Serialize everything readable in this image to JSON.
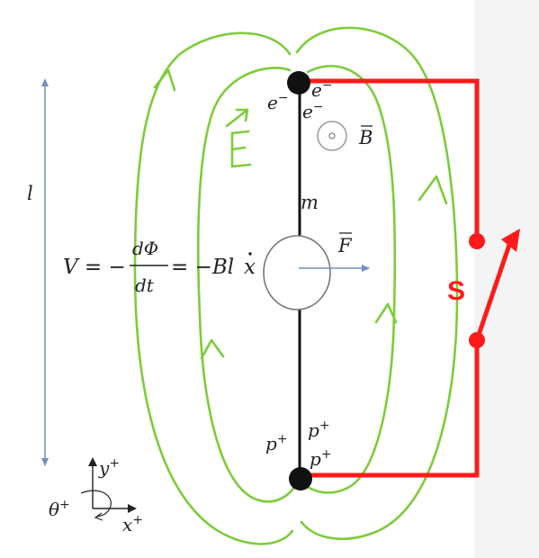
{
  "diagram": {
    "length_label": "l",
    "mass_label": "m",
    "electron_labels": [
      "e",
      "e",
      "e"
    ],
    "electron_charge": "−",
    "proton_labels": [
      "p",
      "p",
      "p"
    ],
    "proton_charge": "+",
    "field_E": "E",
    "field_B": "B",
    "force_F": "F",
    "switch_label": "S",
    "equation": {
      "lhs": "V = −",
      "numerator": "dΦ",
      "denominator": "dt",
      "rhs": "= −Bl",
      "rhs_var": "x"
    },
    "axes": {
      "y": "y",
      "x": "x",
      "theta": "θ",
      "sign": "+"
    },
    "colors": {
      "field_lines": "#7dcc3a",
      "circuit": "#ff1a1a",
      "rod": "#111111",
      "arrows": "#6f8fbf"
    }
  }
}
